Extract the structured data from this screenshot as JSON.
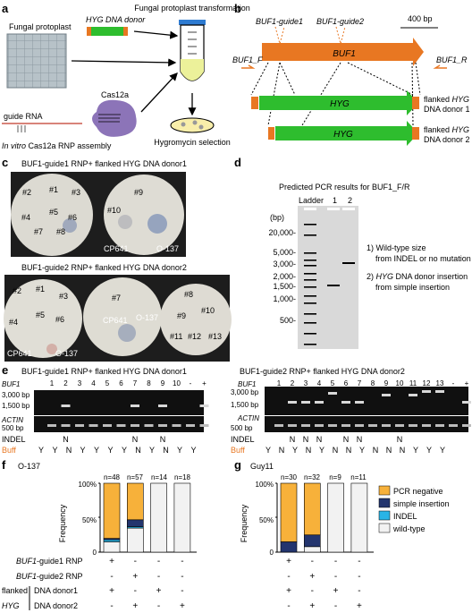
{
  "colors": {
    "orange": "#e87722",
    "green": "#2ebd2e",
    "navy": "#23356e",
    "cyan": "#28b4e6",
    "bar_orange": "#f7b13a",
    "wildtype": "#f2f2f2",
    "dashed": "#e87722",
    "gel_bg": "#d9d9d9"
  },
  "panels": {
    "a": "a",
    "b": "b",
    "c": "c",
    "d": "d",
    "e": "e",
    "f": "f",
    "g": "g"
  },
  "a": {
    "protoplast": "Fungal protoplast",
    "donor": "HYG DNA donor",
    "transformation": "Fungal protoplast transformation",
    "cas12a": "Cas12a",
    "guide": "guide RNA",
    "rnp": "In vitro Cas12a RNP assembly",
    "selection": "Hygromycin selection"
  },
  "b": {
    "guide1": "BUF1-guide1",
    "guide2": "BUF1-guide2",
    "scale": "400 bp",
    "gene": "BUF1",
    "fwd": "BUF1_F",
    "rev": "BUF1_R",
    "hyg": "HYG",
    "donor1": "flanked HYG DNA donor 1",
    "donor2": "flanked HYG DNA donor 2"
  },
  "c": {
    "title1": "BUF1-guide1 RNP+ flanked HYG DNA donor1",
    "title2": "BUF1-guide2 RNP+ flanked HYG DNA donor2",
    "cp": "CP641",
    "o137": "O-137",
    "plate1": [
      "#2",
      "#1",
      "#3",
      "#5",
      "#4",
      "#6",
      "#7",
      "#8"
    ],
    "plate2": [
      "#9",
      "#10"
    ],
    "plate3": [
      "#2",
      "#1",
      "#3",
      "#5",
      "#4",
      "#6"
    ],
    "plate4": [
      "#7"
    ],
    "plate5": [
      "#8",
      "#9",
      "#10",
      "#11",
      "#12",
      "#13"
    ]
  },
  "d": {
    "title": "Predicted PCR results for BUF1_F/R",
    "ladder": "Ladder",
    "l1": "1",
    "l2": "2",
    "bp": "(bp)",
    "ticks": [
      "20,000-",
      "5,000-",
      "3,000-",
      "2,000-",
      "1,500-",
      "1,000-",
      "500-"
    ],
    "note1a": "1) Wild-type size",
    "note1b": "from INDEL or no mutation",
    "note2a": "2) HYG DNA donor insertion",
    "note2b": "from simple insertion"
  },
  "e": {
    "title1": "BUF1-guide1 RNP+ flanked HYG DNA donor1",
    "title2": "BUF1-guide2 RNP+ flanked HYG DNA donor2",
    "buf1": "BUF1",
    "actin": "ACTIN",
    "bp3000": "3,000 bp",
    "bp1500": "1,500 bp",
    "bp500": "500 bp",
    "indel": "INDEL",
    "buff": "Buff",
    "lanes1": [
      "1",
      "2",
      "3",
      "4",
      "5",
      "6",
      "7",
      "8",
      "9",
      "10",
      "-",
      "+"
    ],
    "indel1": [
      "",
      "N",
      "",
      "",
      "",
      "",
      "N",
      "",
      "N",
      "",
      "",
      ""
    ],
    "buff1": [
      "Y",
      "Y",
      "N",
      "Y",
      "Y",
      "Y",
      "Y",
      "N",
      "Y",
      "N",
      "Y",
      "Y"
    ],
    "lanes2": [
      "1",
      "2",
      "3",
      "4",
      "5",
      "6",
      "7",
      "8",
      "9",
      "10",
      "11",
      "12",
      "13",
      "-",
      "+"
    ],
    "indel2": [
      "",
      "N",
      "N",
      "N",
      "",
      "N",
      "N",
      "",
      "",
      "N",
      "",
      "",
      "",
      "",
      ""
    ],
    "buff2": [
      "Y",
      "N",
      "Y",
      "N",
      "Y",
      "N",
      "N",
      "Y",
      "N",
      "N",
      "N",
      "Y",
      "Y",
      "Y",
      ""
    ]
  },
  "f": {
    "strain": "O-137",
    "ylabel": "Frequency",
    "yticks": [
      "100%",
      "50%",
      "0"
    ],
    "ns": [
      "n=48",
      "n=57",
      "n=14",
      "n=18"
    ],
    "rows": [
      {
        "label": "BUF1-guide1 RNP",
        "marks": [
          "+",
          "-",
          "-",
          "-"
        ]
      },
      {
        "label": "BUF1-guide2 RNP",
        "marks": [
          "-",
          "+",
          "-",
          "-"
        ]
      },
      {
        "label": "DNA donor1",
        "marks": [
          "+",
          "-",
          "+",
          "-"
        ]
      },
      {
        "label": "DNA donor2",
        "marks": [
          "-",
          "+",
          "-",
          "+"
        ]
      }
    ],
    "flanked": "flanked",
    "hyg": "HYG"
  },
  "g": {
    "strain": "Guy11",
    "ylabel": "Frequency",
    "yticks": [
      "100%",
      "50%",
      "0"
    ],
    "ns": [
      "n=30",
      "n=32",
      "n=9",
      "n=11"
    ],
    "marks": [
      [
        "+",
        "-",
        "-",
        "-"
      ],
      [
        "-",
        "+",
        "-",
        "-"
      ],
      [
        "+",
        "-",
        "+",
        "-"
      ],
      [
        "-",
        "+",
        "-",
        "+"
      ]
    ]
  },
  "legend": [
    {
      "label": "PCR negative",
      "color": "#f7b13a"
    },
    {
      "label": "simple insertion",
      "color": "#23356e"
    },
    {
      "label": "INDEL",
      "color": "#28b4e6"
    },
    {
      "label": "wild-type",
      "color": "#f2f2f2"
    }
  ],
  "chart_data": [
    {
      "type": "bar",
      "categories": [
        "guide1+donor1",
        "guide2+donor2",
        "donor1",
        "donor2"
      ],
      "ylim": [
        0,
        100
      ],
      "series": [
        {
          "name": "wild-type",
          "values": [
            15,
            35,
            100,
            100
          ]
        },
        {
          "name": "INDEL",
          "values": [
            3,
            2,
            0,
            0
          ]
        },
        {
          "name": "simple insertion",
          "values": [
            2,
            10,
            0,
            0
          ]
        },
        {
          "name": "PCR negative",
          "values": [
            80,
            53,
            0,
            0
          ]
        }
      ]
    },
    {
      "type": "bar",
      "categories": [
        "guide1+donor1",
        "guide2+donor2",
        "donor1",
        "donor2"
      ],
      "ylim": [
        0,
        100
      ],
      "series": [
        {
          "name": "wild-type",
          "values": [
            0,
            8,
            100,
            100
          ]
        },
        {
          "name": "INDEL",
          "values": [
            0,
            0,
            0,
            0
          ]
        },
        {
          "name": "simple insertion",
          "values": [
            15,
            17,
            0,
            0
          ]
        },
        {
          "name": "PCR negative",
          "values": [
            85,
            75,
            0,
            0
          ]
        }
      ]
    }
  ]
}
